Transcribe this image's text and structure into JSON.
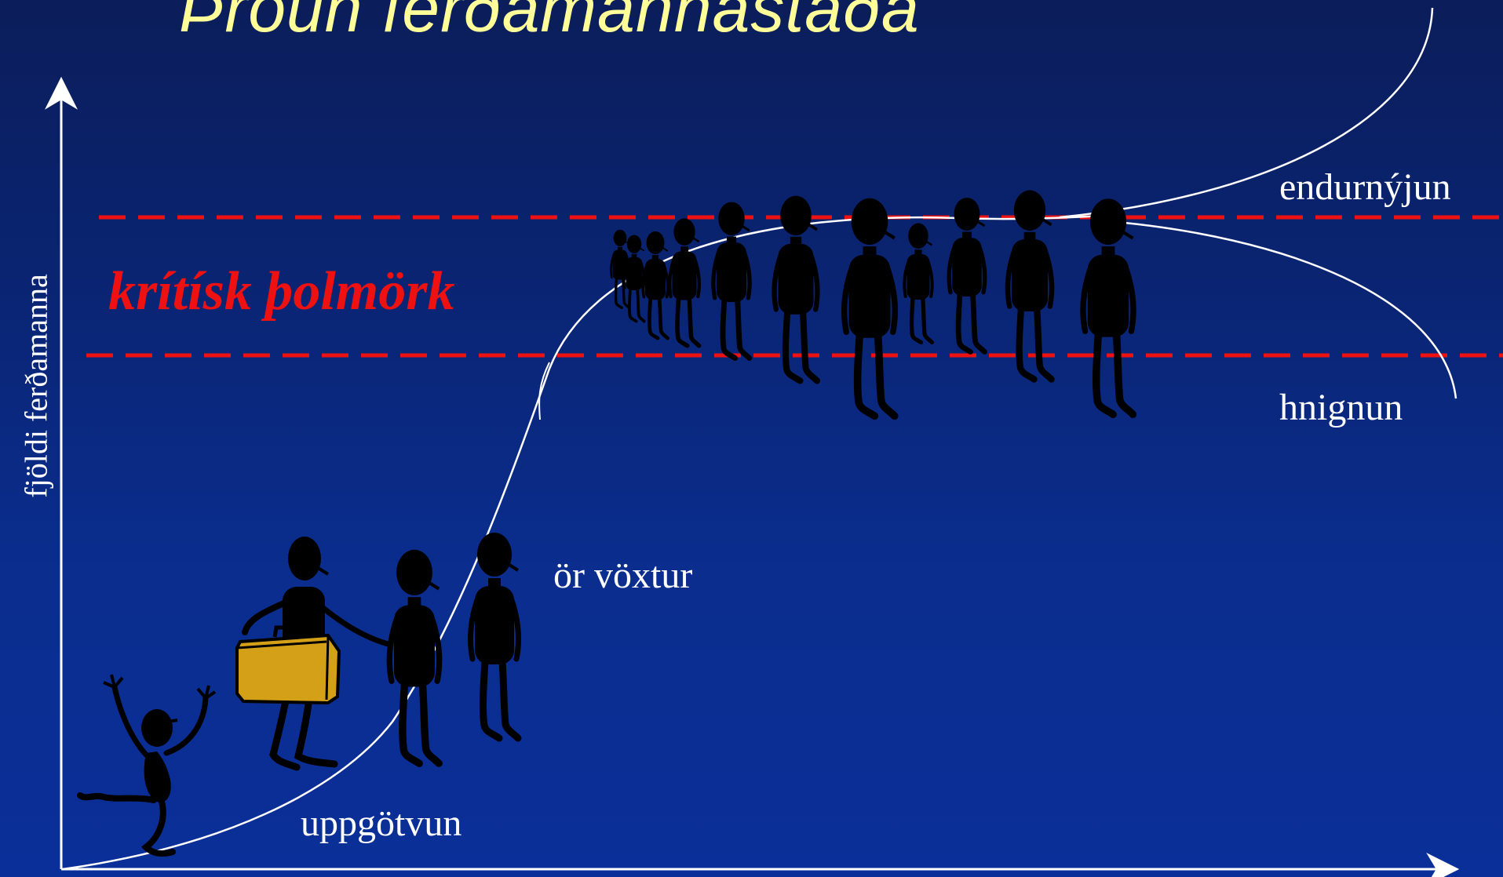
{
  "title": "Þróun ferðamannastaða",
  "y_axis_label": "fjöldi ferðamanna",
  "critical_zone_label": "krítísk þolmörk",
  "stages": {
    "discovery": "uppgötvun",
    "growth": "ör vöxtur",
    "renewal": "endurnýjun",
    "decline": "hnignun"
  },
  "colors": {
    "background_top": "#0b1d5a",
    "background_bottom": "#0a2f98",
    "title": "#ffff99",
    "critical_lines": "#ee1111",
    "curve": "#ffffff",
    "suitcase": "#d4a017",
    "figures": "#000000"
  },
  "icons": [
    "tourist-silhouette",
    "suitcase-icon",
    "waving-figure"
  ]
}
